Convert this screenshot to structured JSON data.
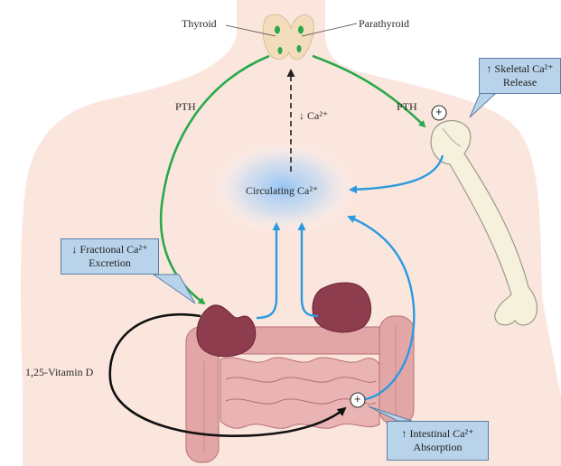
{
  "labels": {
    "thyroid": "Thyroid",
    "parathyroid": "Parathyroid",
    "pth_left": "PTH",
    "pth_right": "PTH",
    "decrease_ca": "↓ Ca²⁺",
    "circulating_ca": "Circulating Ca²⁺",
    "vitamin_d": "1,25-Vitamin D",
    "plus_bone": "+",
    "plus_intestine": "+"
  },
  "callouts": {
    "skeletal": {
      "line1": "↑ Skeletal Ca²⁺",
      "line2": "Release"
    },
    "fractional": {
      "line1": "↓ Fractional Ca²⁺",
      "line2": "Excretion"
    },
    "intestinal": {
      "line1": "↑ Intestinal Ca²⁺",
      "line2": "Absorption"
    }
  },
  "colors": {
    "pth_arrow": "#2aa84a",
    "calcium_arrow": "#2b9ae0",
    "vitamin_d_arrow": "#111111",
    "callout_fill": "#b9d3ea",
    "body_fill": "#fbe6de",
    "kidney_fill": "#8e3d4f",
    "intestine_fill": "#e0a3a3"
  }
}
